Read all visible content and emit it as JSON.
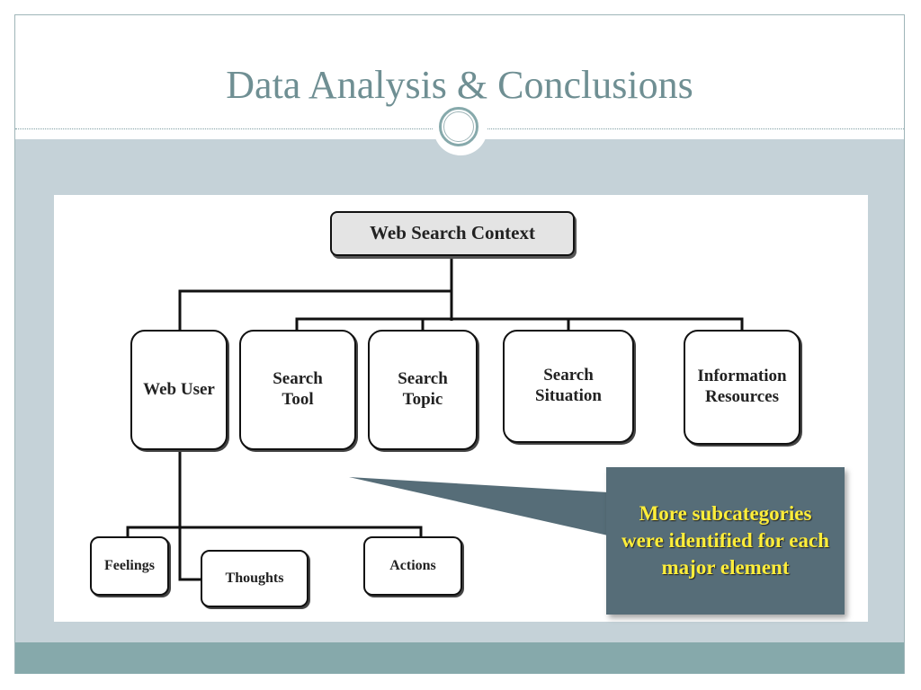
{
  "slide": {
    "title": "Data Analysis & Conclusions"
  },
  "diagram": {
    "root": "Web Search Context",
    "categories": [
      {
        "label": "Web User"
      },
      {
        "label": "Search\nTool"
      },
      {
        "label": "Search\nTopic"
      },
      {
        "label": "Search\nSituation"
      },
      {
        "label": "Information\nResources"
      }
    ],
    "subcategories": [
      {
        "label": "Feelings"
      },
      {
        "label": "Thoughts"
      },
      {
        "label": "Actions"
      }
    ]
  },
  "callout": {
    "text": "More subcategories were identified for each major  element"
  },
  "colors": {
    "title": "#6f8f93",
    "body_band": "#c5d2d8",
    "footer_band": "#86a9ab",
    "callout_bg": "#566d78",
    "callout_text": "#ffee3a"
  }
}
